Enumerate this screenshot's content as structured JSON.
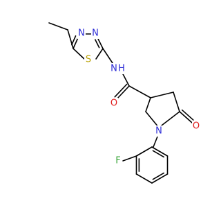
{
  "molecule": {
    "atoms": [
      {
        "id": "N_thiadiazole_a",
        "label": "N",
        "color": "#2b2bd6"
      },
      {
        "id": "N_thiadiazole_b",
        "label": "N",
        "color": "#2b2bd6"
      },
      {
        "id": "S_thiadiazole",
        "label": "S",
        "color": "#b8a000"
      },
      {
        "id": "NH_amide",
        "label": "N",
        "color": "#2b2bd6"
      },
      {
        "id": "H_amide",
        "label": "H",
        "color": "#2b2bd6"
      },
      {
        "id": "O_amide",
        "label": "O",
        "color": "#e02020"
      },
      {
        "id": "N_pyrrolidinone",
        "label": "N",
        "color": "#2b2bd6"
      },
      {
        "id": "O_lactam",
        "label": "O",
        "color": "#e02020"
      },
      {
        "id": "F_aryl",
        "label": "F",
        "color": "#3aa63a"
      }
    ]
  }
}
